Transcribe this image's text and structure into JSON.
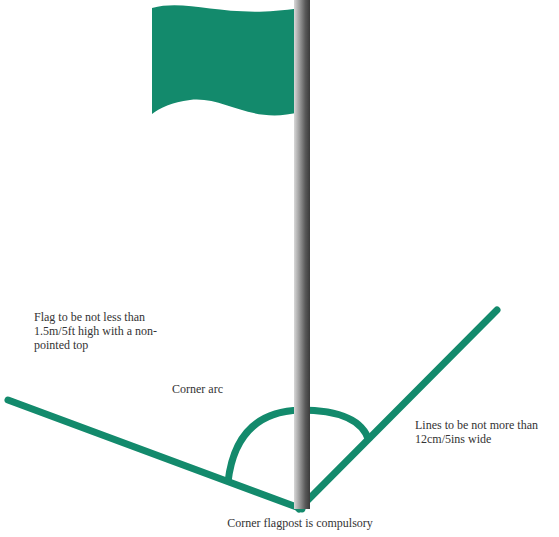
{
  "diagram": {
    "labels": [
      "Flag to be not less than 1.5m/5ft high with a non-pointed top",
      "Corner arc",
      "Lines to be not more than 12cm/5ins wide",
      "Corner flagpost is compulsory"
    ]
  }
}
